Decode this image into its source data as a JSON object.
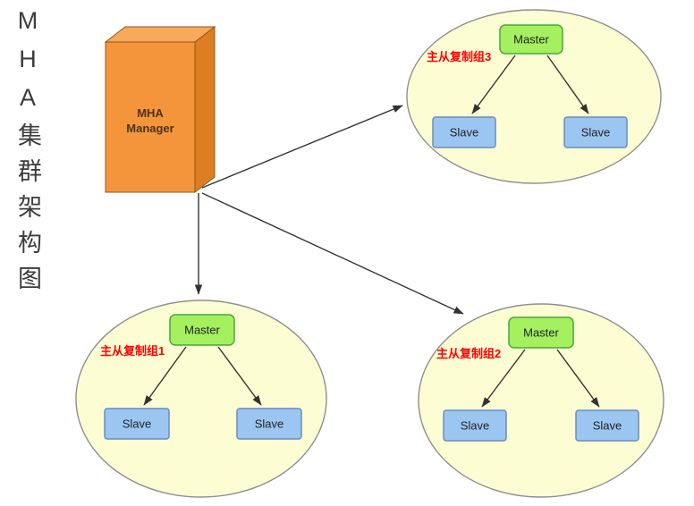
{
  "title": {
    "vertical_text": "MHA集群架构图"
  },
  "manager": {
    "line1": "MHA",
    "line2": "Manager"
  },
  "groups": [
    {
      "label": "主从复制组3",
      "master": "Master",
      "slaves": [
        "Slave",
        "Slave"
      ]
    },
    {
      "label": "主从复制组1",
      "master": "Master",
      "slaves": [
        "Slave",
        "Slave"
      ]
    },
    {
      "label": "主从复制组2",
      "master": "Master",
      "slaves": [
        "Slave",
        "Slave"
      ]
    }
  ],
  "colors": {
    "manager_front": "#F5953B",
    "manager_top": "#F9A95C",
    "manager_side": "#DD7E22",
    "group_fill": "#FDFDD4",
    "master_fill": "#A4F05F",
    "slave_fill": "#9CC6F2",
    "label_color": "#FF0000"
  }
}
